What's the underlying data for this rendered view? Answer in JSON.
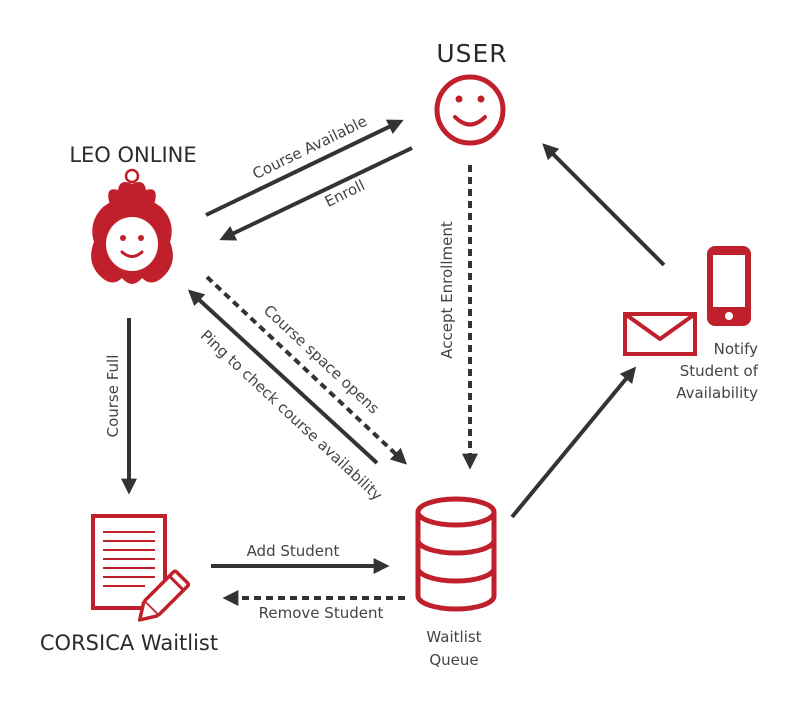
{
  "nodes": {
    "user": "USER",
    "leo_online": "LEO ONLINE",
    "corsica_waitlist": "CORSICA Waitlist",
    "waitlist_queue": [
      "Waitlist",
      "Queue"
    ],
    "notify": [
      "Notify",
      "Student of",
      "Availability"
    ]
  },
  "edges": {
    "course_available": "Course Available",
    "enroll": "Enroll",
    "accept_enrollment": "Accept Enrollment",
    "course_full": "Course Full",
    "course_space_opens": "Course space opens",
    "ping": "Ping to check course availability",
    "add_student": "Add Student",
    "remove_student": "Remove Student"
  },
  "colors": {
    "accent_red": "#c0202b",
    "arrow_dark": "#333333",
    "text": "#333333"
  },
  "icons": [
    "smiley-icon",
    "mascot-icon",
    "notepad-icon",
    "pencil-icon",
    "database-icon",
    "envelope-icon",
    "phone-icon"
  ]
}
